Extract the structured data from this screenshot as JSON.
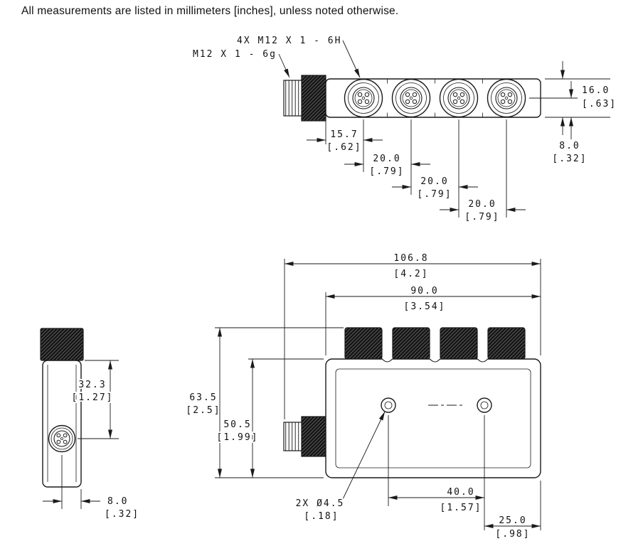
{
  "note": "All measurements are listed in millimeters [inches], unless noted otherwise.",
  "top_view": {
    "port_thread_label": "4X M12 X 1 - 6H",
    "male_thread_label": "M12 X 1 - 6g",
    "dim_height": {
      "mm": "16.0",
      "in": "[.63]"
    },
    "dim_center_height": {
      "mm": "8.0",
      "in": "[.32]"
    },
    "dim_first_port": {
      "mm": "15.7",
      "in": "[.62]"
    },
    "dim_pitch_1": {
      "mm": "20.0",
      "in": "[.79]"
    },
    "dim_pitch_2": {
      "mm": "20.0",
      "in": "[.79]"
    },
    "dim_pitch_3": {
      "mm": "20.0",
      "in": "[.79]"
    }
  },
  "end_view": {
    "dim_connector_offset": {
      "mm": "32.3",
      "in": "[1.27]"
    },
    "dim_center_width": {
      "mm": "8.0",
      "in": "[.32]"
    }
  },
  "front_view": {
    "dim_overall_length": {
      "mm": "106.8",
      "in": "[4.2]"
    },
    "dim_body_length": {
      "mm": "90.0",
      "in": "[3.54]"
    },
    "dim_overall_height": {
      "mm": "63.5",
      "in": "[2.5]"
    },
    "dim_body_height": {
      "mm": "50.5",
      "in": "[1.99]"
    },
    "dim_hole_spacing": {
      "mm": "40.0",
      "in": "[1.57]"
    },
    "dim_hole_edge": {
      "mm": "25.0",
      "in": "[.98]"
    },
    "hole_label_line1": "2X Ø4.5",
    "hole_label_line2": "[.18]"
  }
}
